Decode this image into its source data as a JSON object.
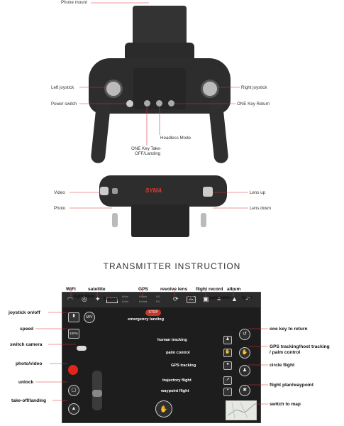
{
  "top_controller": {
    "labels": {
      "phone_mount": "Phone mount",
      "left_joystick": "Left joystick",
      "right_joystick": "Right joystick",
      "power_switch": "Power switch",
      "one_key_return": "ONE Key Return",
      "headless_mode": "Headless Mode",
      "one_key_takeoff": "ONE Key Take-",
      "one_key_takeoff_2": "OFF/Landing"
    }
  },
  "bottom_controller": {
    "brand": "SYMA",
    "labels": {
      "video": "Video",
      "photo": "Photo",
      "lens_up": "Lens up",
      "lens_down": "Lens down"
    }
  },
  "section_title": "TRANSMITTER INSTRUCTION",
  "app_screen": {
    "top_labels": {
      "wifi": "WiFi",
      "light_flow": "light flow",
      "satellite": "satellite",
      "battery": "battery",
      "gps": "GPS",
      "revolve_lens": "revolve lens",
      "vr": "VR",
      "flight_record": "flight record",
      "parameter": "parameter",
      "album": "album",
      "back": "back"
    },
    "left_labels": {
      "joystick": "joystick on/off",
      "speed": "speed",
      "switch_camera": "switch camera",
      "photo_video": "photo/video",
      "unlock": "unlock",
      "takeoff": "take-off/landing"
    },
    "right_labels": {
      "return": "one key to return",
      "gps_tracking": "GPS tracking/host tracking",
      "gps_tracking_2": "/ palm control",
      "circle": "circle flight",
      "plan": "flight plan/waypoint",
      "map": "switch to map"
    },
    "center_labels": {
      "emergency": "emergency landing",
      "human": "human tracking",
      "palm": "palm control",
      "gps_trk": "GPS tracking",
      "trajectory": "trajectory flight",
      "waypoint": "waypoint flight"
    },
    "status": {
      "s1": "H:0m",
      "s2": "D:0m",
      "s3": "V:0m/s",
      "s4": "H:0m/s",
      "s5": "S:0",
      "s6": "P:0"
    },
    "buttons": {
      "mv": "M/V",
      "speed": "100%",
      "stop": "STOP",
      "vr": "VR"
    },
    "colors": {
      "record": "#e0261b",
      "stop": "#c0392b"
    }
  }
}
